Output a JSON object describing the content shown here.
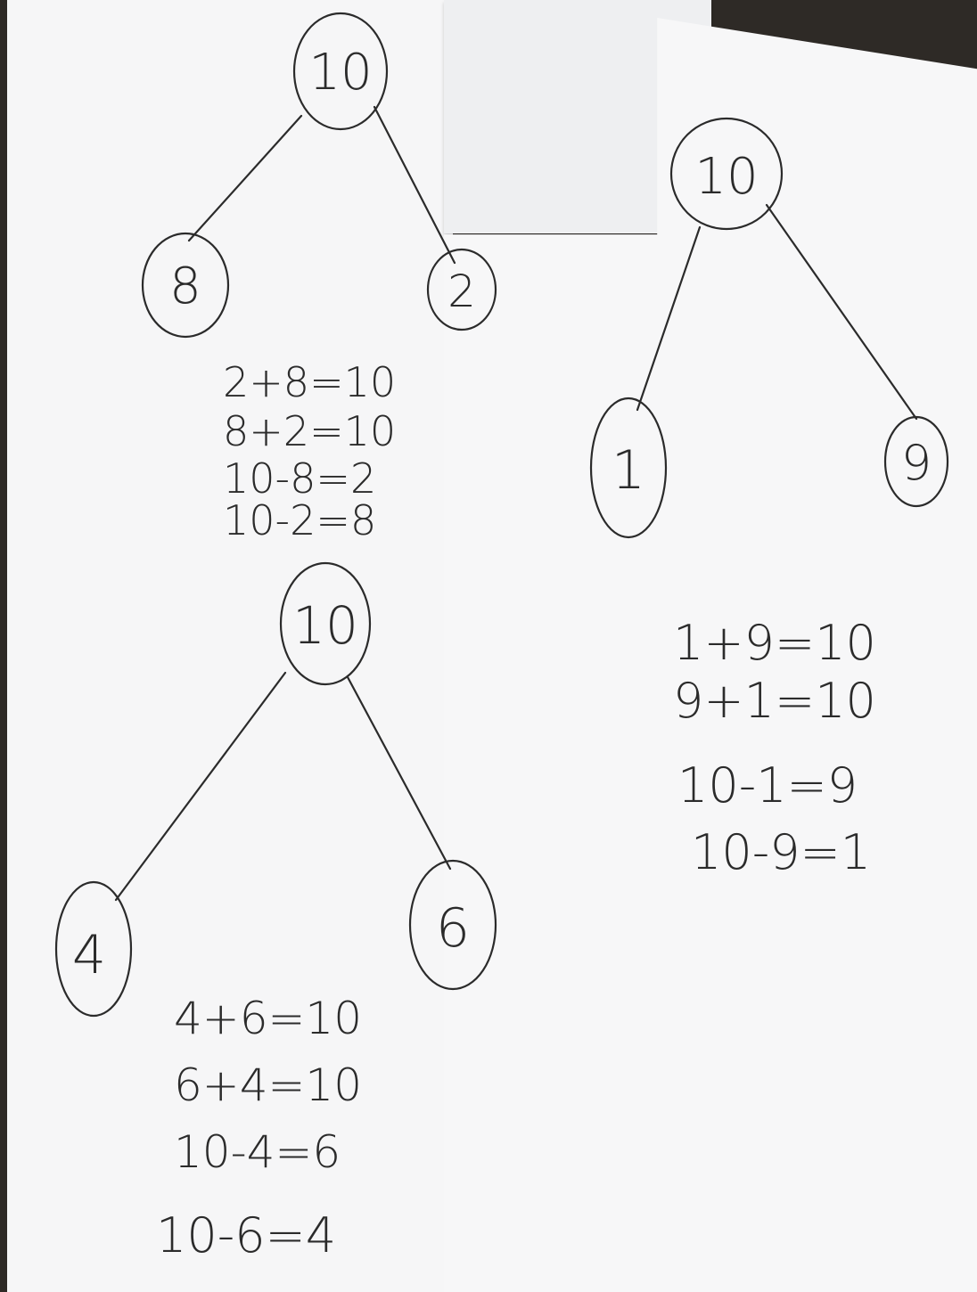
{
  "trees": [
    {
      "root": "10",
      "left": "8",
      "right": "2",
      "equations": [
        "2+8=10",
        "8+2=10",
        "10-8=2",
        "10-2=8"
      ]
    },
    {
      "root": "10",
      "left": "1",
      "right": "9",
      "equations": [
        "1+9=10",
        "9+1=10",
        "10-1=9",
        "10-9=1"
      ]
    },
    {
      "root": "10",
      "left": "4",
      "right": "6",
      "equations": [
        "4+6=10",
        "6+4=10",
        "10-4=6",
        "10-6=4"
      ]
    }
  ],
  "colors": {
    "ink": "#2b2b2b",
    "paper": "#f6f6f7",
    "background": "#2e2a26"
  }
}
